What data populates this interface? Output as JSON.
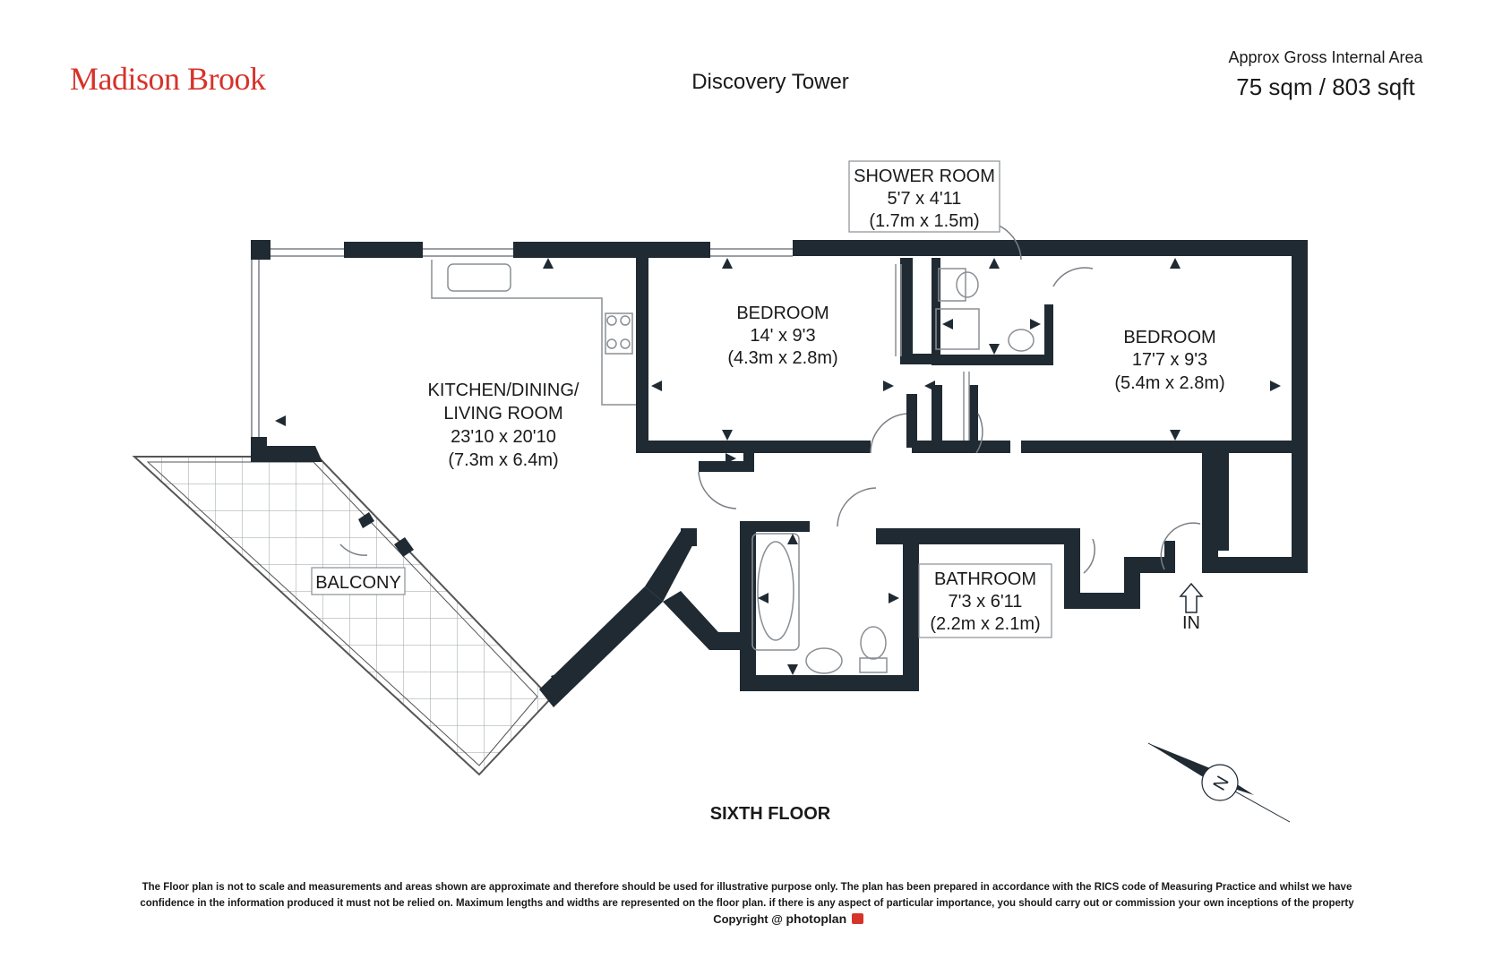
{
  "header": {
    "brand": "Madison Brook",
    "building": "Discovery Tower",
    "area_label": "Approx Gross Internal Area",
    "area_value": "75 sqm / 803 sqft"
  },
  "rooms": [
    {
      "id": "shower",
      "name": "SHOWER ROOM",
      "imperial": "5'7 x 4'11",
      "metric": "(1.7m x 1.5m)"
    },
    {
      "id": "bedroom1",
      "name": "BEDROOM",
      "imperial": "14' x 9'3",
      "metric": "(4.3m x 2.8m)"
    },
    {
      "id": "bedroom2",
      "name": "BEDROOM",
      "imperial": "17'7 x 9'3",
      "metric": "(5.4m x 2.8m)"
    },
    {
      "id": "living",
      "name": "KITCHEN/DINING/",
      "name2": "LIVING ROOM",
      "imperial": "23'10 x 20'10",
      "metric": "(7.3m x 6.4m)"
    },
    {
      "id": "balcony",
      "name": "BALCONY"
    },
    {
      "id": "bathroom",
      "name": "BATHROOM",
      "imperial": "7'3 x 6'11",
      "metric": "(2.2m x 2.1m)"
    }
  ],
  "entrance_label": "IN",
  "floor_label": "SIXTH FLOOR",
  "compass_letter": "N",
  "footer": {
    "disclaimer_line1": "The Floor plan is not to scale and measurements and areas shown are approximate and therefore should be used for illustrative purpose only. The plan has been prepared in accordance with the RICS code of Measuring Practice and whilst we have",
    "disclaimer_line2": "confidence in the information produced it must not be relied on. Maximum  lengths and widths are represented on the floor plan. if there is any aspect of particular importance, you should carry out or commission your own inceptions of the property",
    "copyright_prefix": "Copyright @",
    "copyright_brand": "photoplan"
  },
  "colors": {
    "brand": "#d6332b",
    "walls": "#1f2a33"
  }
}
